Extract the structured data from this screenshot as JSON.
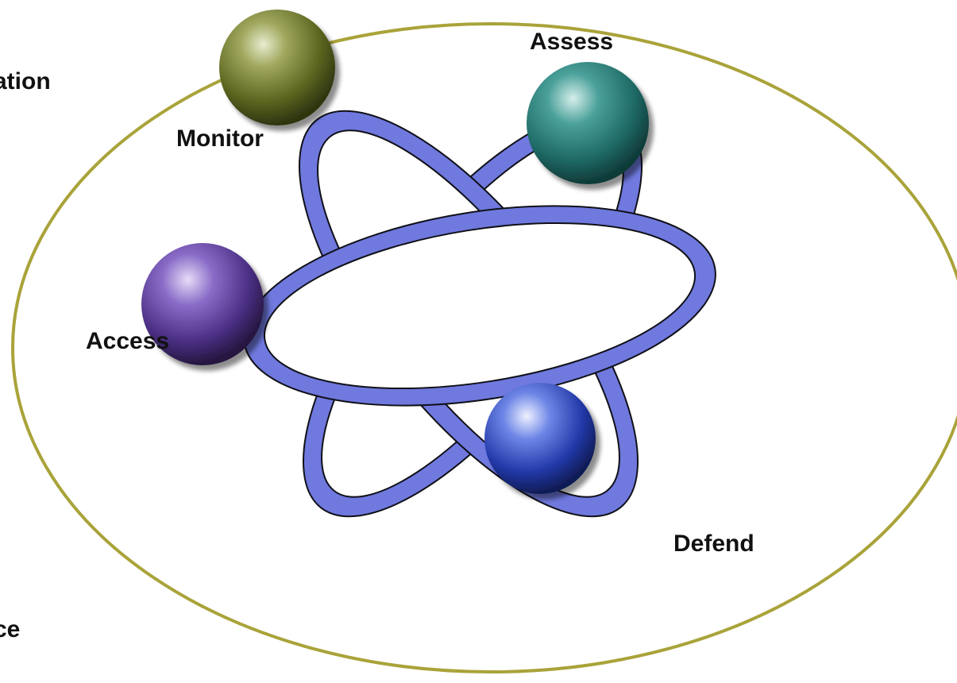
{
  "diagram": {
    "labels": {
      "top_left_partial": "ation",
      "bottom_left_partial": "ce",
      "monitor": "Monitor",
      "assess": "Assess",
      "access": "Access",
      "defend": "Defend"
    },
    "colors": {
      "outer_ellipse_stroke": "#a9a33a",
      "orbit_fill": "#6f79de",
      "orbit_stroke": "#101018",
      "sphere_monitor": "#6f7a2a",
      "sphere_assess": "#2e7d78",
      "sphere_access": "#5a3e95",
      "sphere_defend": "#2f49b8"
    },
    "icons": [
      "monitor-sphere",
      "assess-sphere",
      "access-sphere",
      "defend-sphere"
    ]
  }
}
